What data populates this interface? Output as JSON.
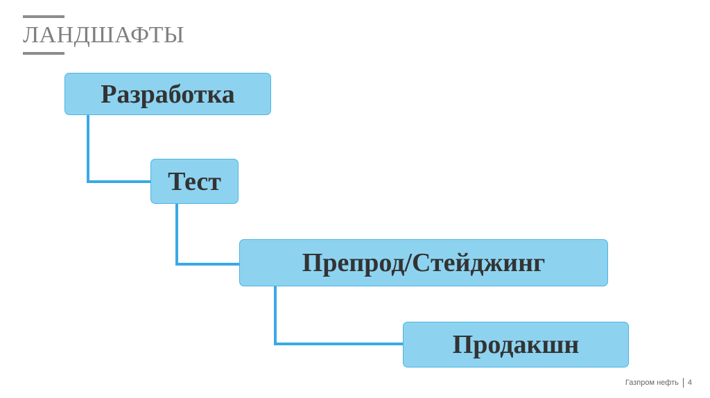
{
  "title": "ЛАНДШАФТЫ",
  "diagram": {
    "nodes": [
      {
        "id": "dev",
        "label": "Разработка"
      },
      {
        "id": "test",
        "label": "Тест"
      },
      {
        "id": "staging",
        "label": "Препрод/Стейджинг"
      },
      {
        "id": "prod",
        "label": "Продакшн"
      }
    ],
    "edges": [
      {
        "from": "dev",
        "to": "test"
      },
      {
        "from": "test",
        "to": "staging"
      },
      {
        "from": "staging",
        "to": "prod"
      }
    ],
    "colors": {
      "box_fill": "#8dd3f0",
      "box_border": "#4bb3e3",
      "connector": "#3aa9e6",
      "text": "#333333"
    }
  },
  "footer": {
    "company": "Газпром нефть",
    "page_number": "4"
  }
}
